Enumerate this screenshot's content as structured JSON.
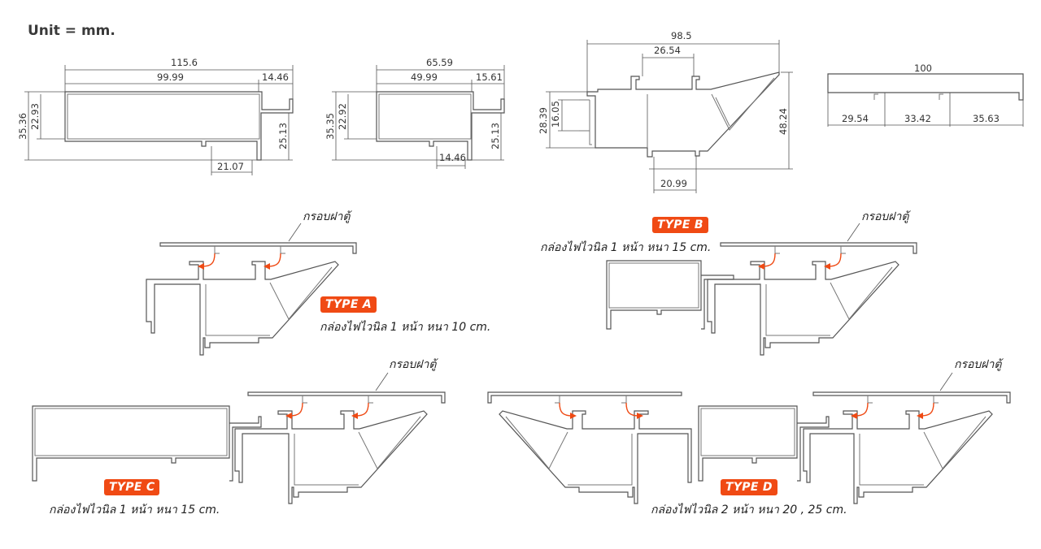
{
  "unit_label": "Unit = mm.",
  "profiles": {
    "p1": {
      "overall": "115.6",
      "inner": "99.99",
      "right": "14.46",
      "height": "35.36",
      "inner_height": "22.93",
      "side": "25.13",
      "bottom": "21.07"
    },
    "p2": {
      "overall": "65.59",
      "inner": "49.99",
      "right": "15.61",
      "height": "35.35",
      "inner_height": "22.92",
      "side": "25.13",
      "bottom": "14.46"
    },
    "p3": {
      "overall": "98.5",
      "top": "26.54",
      "left_outer": "28.39",
      "left_inner": "16.05",
      "height": "48.24",
      "bottom": "20.99"
    },
    "p4": {
      "overall": "100",
      "a": "29.54",
      "b": "33.42",
      "c": "35.63"
    }
  },
  "types": [
    {
      "badge": "TYPE A",
      "caption": "กล่องไฟไวนิล 1 หน้า หนา 10 cm.",
      "note": "กรอบฝาตู้"
    },
    {
      "badge": "TYPE B",
      "caption": "กล่องไฟไวนิล 1 หน้า หนา 15 cm.",
      "note": "กรอบฝาตู้"
    },
    {
      "badge": "TYPE C",
      "caption": "กล่องไฟไวนิล 1 หน้า หนา 15 cm.",
      "note": "กรอบฝาตู้"
    },
    {
      "badge": "TYPE D",
      "caption": "กล่องไฟไวนิล 2 หน้า หนา 20 , 25 cm.",
      "note": "กรอบฝาตู้"
    }
  ],
  "colors": {
    "accent": "#ef4a14",
    "line": "#555555"
  }
}
